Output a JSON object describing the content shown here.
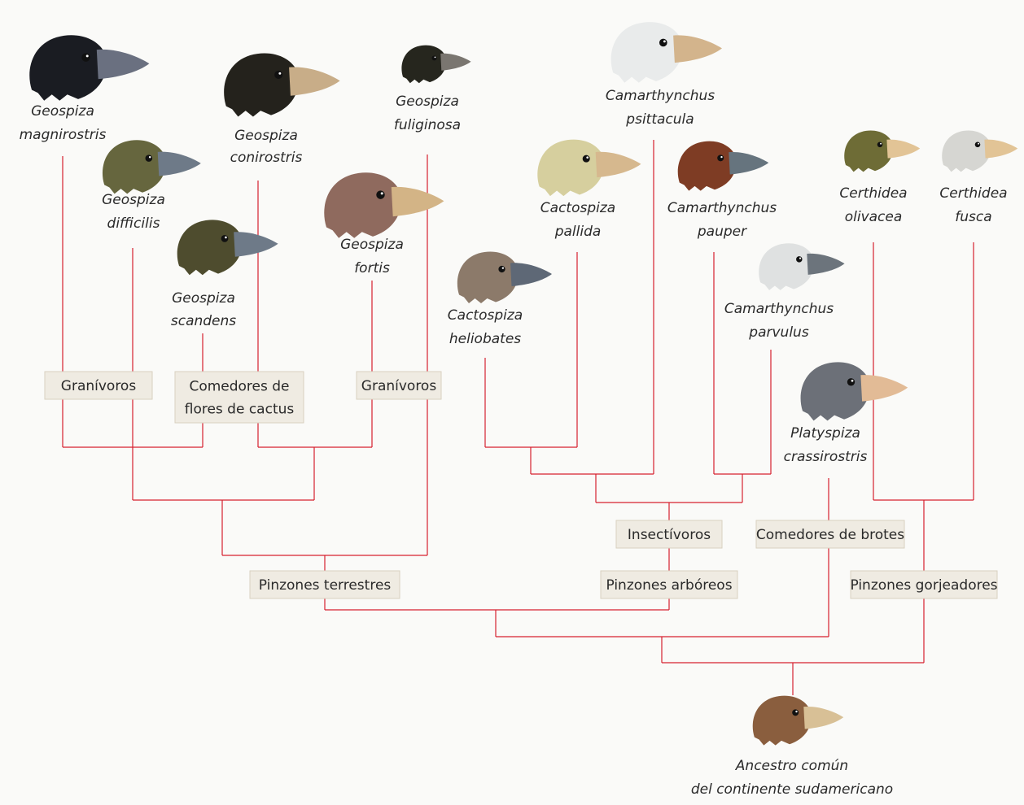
{
  "species": [
    {
      "id": "magnirostris",
      "line1": "Geospiza",
      "line2": "magnirostris",
      "body": "#1a1c22",
      "beak": "#6a7080",
      "icon": "finch-head-icon"
    },
    {
      "id": "conirostris",
      "line1": "Geospiza",
      "line2": "conirostris",
      "body": "#24221c",
      "beak": "#c8ad88",
      "icon": "finch-head-icon"
    },
    {
      "id": "fuliginosa",
      "line1": "Geospiza",
      "line2": "fuliginosa",
      "body": "#26261e",
      "beak": "#7a7670",
      "icon": "finch-head-icon"
    },
    {
      "id": "psittacula",
      "line1": "Camarthynchus",
      "line2": "psittacula",
      "body": "#e9ebeb",
      "beak": "#d3b48c",
      "icon": "finch-head-icon"
    },
    {
      "id": "difficilis",
      "line1": "Geospiza",
      "line2": "difficilis",
      "body": "#66663e",
      "beak": "#6e7a88",
      "icon": "finch-head-icon"
    },
    {
      "id": "scandens",
      "line1": "Geospiza",
      "line2": "scandens",
      "body": "#4e4c2e",
      "beak": "#6e7a88",
      "icon": "finch-head-icon"
    },
    {
      "id": "fortis",
      "line1": "Geospiza",
      "line2": "fortis",
      "body": "#8f6a5e",
      "beak": "#d3b486",
      "icon": "finch-head-icon"
    },
    {
      "id": "pallida",
      "line1": "Cactospiza",
      "line2": "pallida",
      "body": "#d6cf9e",
      "beak": "#d6b88e",
      "icon": "finch-head-icon"
    },
    {
      "id": "heliobates",
      "line1": "Cactospiza",
      "line2": "heliobates",
      "body": "#8c7a6a",
      "beak": "#5e6876",
      "icon": "finch-head-icon"
    },
    {
      "id": "pauper",
      "line1": "Camarthynchus",
      "line2": "pauper",
      "body": "#7e3c24",
      "beak": "#66747e",
      "icon": "finch-head-icon"
    },
    {
      "id": "parvulus",
      "line1": "Camarthynchus",
      "line2": "parvulus",
      "body": "#dfe1e1",
      "beak": "#6c747c",
      "icon": "finch-head-icon"
    },
    {
      "id": "olivacea",
      "line1": "Certhidea",
      "line2": "olivacea",
      "body": "#6e6c36",
      "beak": "#e2c496",
      "icon": "finch-head-icon"
    },
    {
      "id": "fusca",
      "line1": "Certhidea",
      "line2": "fusca",
      "body": "#d6d6d2",
      "beak": "#e2c496",
      "icon": "finch-head-icon"
    },
    {
      "id": "crassirostris",
      "line1": "Platyspiza",
      "line2": "crassirostris",
      "body": "#6c7078",
      "beak": "#e2bb96",
      "icon": "finch-head-icon"
    },
    {
      "id": "ancestor",
      "line1": "Ancestro común",
      "line2": "del continente sudamericano",
      "body": "#8a5e3e",
      "beak": "#d8c096",
      "icon": "finch-head-icon"
    }
  ],
  "groups": {
    "granivoros_1": {
      "lines": [
        "Granívoros"
      ]
    },
    "cactus": {
      "lines": [
        "Comedores de",
        "flores de cactus"
      ]
    },
    "granivoros_2": {
      "lines": [
        "Granívoros"
      ]
    },
    "insectivoros": {
      "lines": [
        "Insectívoros"
      ]
    },
    "brotes": {
      "lines": [
        "Comedores de brotes"
      ]
    },
    "terrestres": {
      "lines": [
        "Pinzones terrestres"
      ]
    },
    "arboreos": {
      "lines": [
        "Pinzones arbóreos"
      ]
    },
    "gorjeadores": {
      "lines": [
        "Pinzones gorjeadores"
      ]
    }
  },
  "colors": {
    "tree_line": "#d6202f",
    "label_box": "#efebe2",
    "label_border": "#d8d0c0",
    "text": "#2a2a2a"
  }
}
